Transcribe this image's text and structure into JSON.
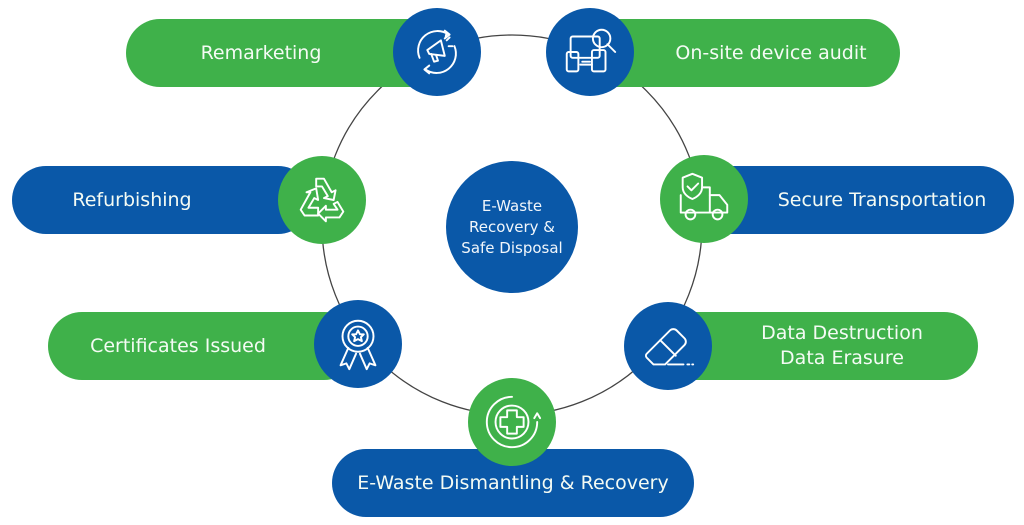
{
  "diagram": {
    "title": "E-Waste Recovery & Safe Disposal",
    "center_lines": [
      "E-Waste",
      "Recovery &",
      "Safe Disposal"
    ],
    "colors": {
      "green": "#3fb14a",
      "blue": "#0a58a8",
      "ring": "#444444"
    },
    "steps": [
      {
        "label": "Remarketing",
        "icon": "megaphone-cycle-icon",
        "pill_color": "green",
        "icon_color": "blue"
      },
      {
        "label": "On-site device audit",
        "icon": "devices-magnifier-icon",
        "pill_color": "green",
        "icon_color": "blue"
      },
      {
        "label": "Refurbishing",
        "icon": "recycle-icon",
        "pill_color": "blue",
        "icon_color": "green"
      },
      {
        "label": "Secure Transportation",
        "icon": "shield-truck-icon",
        "pill_color": "blue",
        "icon_color": "green"
      },
      {
        "label": "Certificates Issued",
        "icon": "award-ribbon-icon",
        "pill_color": "green",
        "icon_color": "blue"
      },
      {
        "label_lines": [
          "Data Destruction",
          "Data Erasure"
        ],
        "icon": "eraser-icon",
        "pill_color": "green",
        "icon_color": "blue"
      },
      {
        "label": "E-Waste Dismantling & Recovery",
        "icon": "medical-cross-cycle-icon",
        "pill_color": "blue",
        "icon_color": "green"
      }
    ]
  }
}
